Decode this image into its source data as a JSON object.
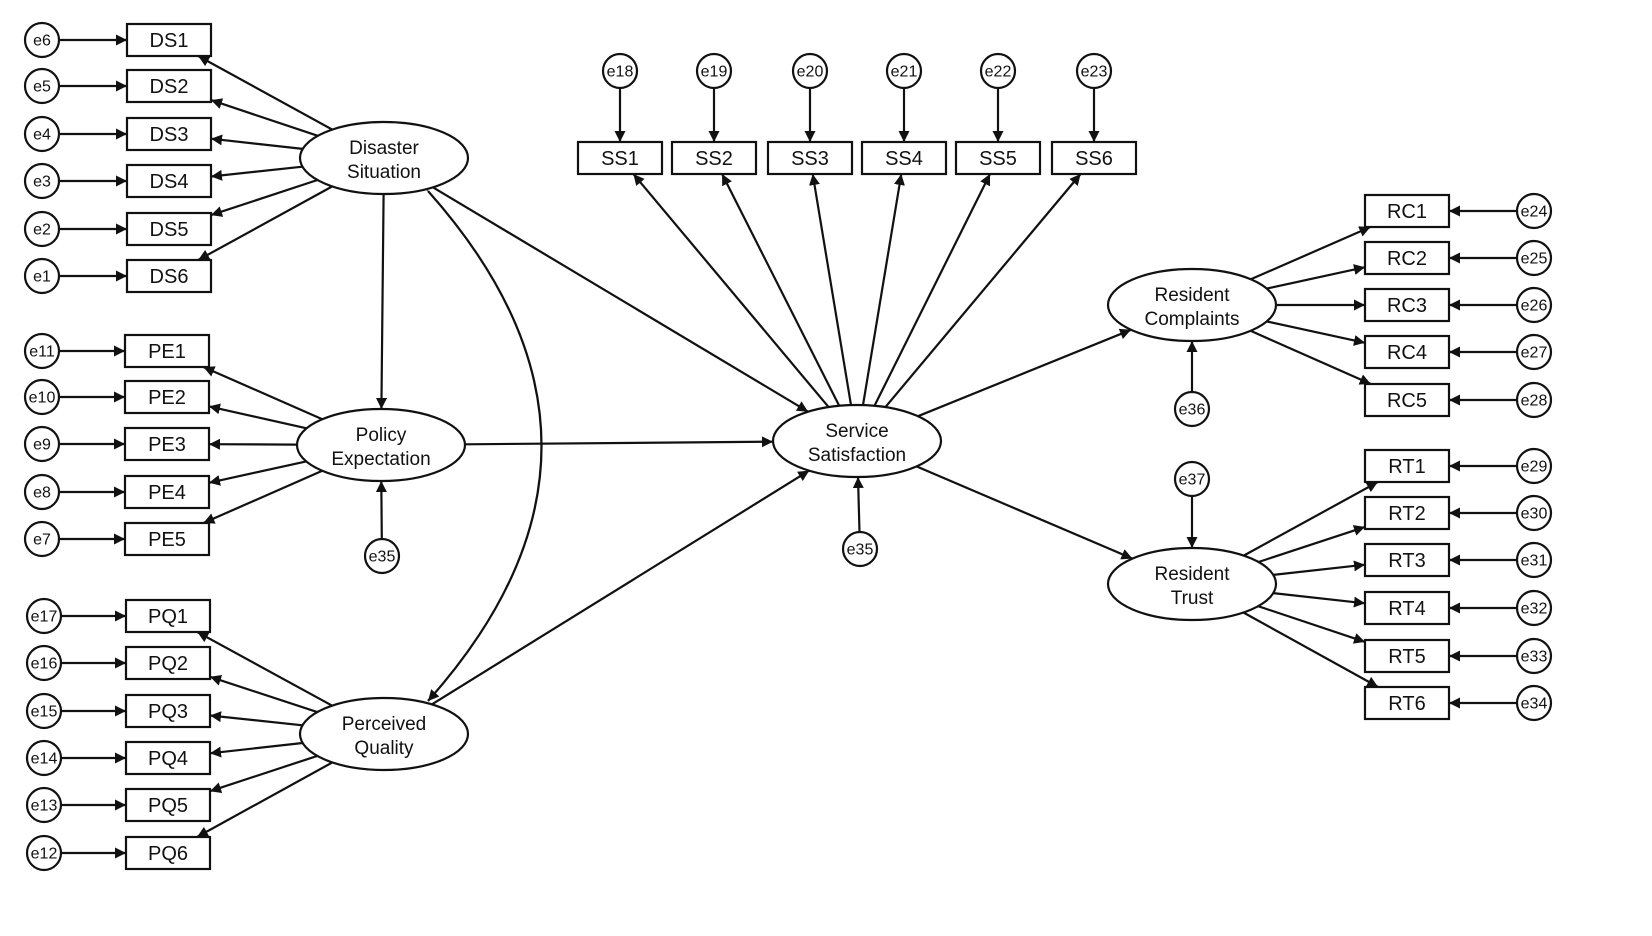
{
  "diagram": {
    "latents": [
      {
        "id": "DS",
        "lines": [
          "Disaster",
          "Situation"
        ]
      },
      {
        "id": "PE",
        "lines": [
          "Policy",
          "Expectation"
        ]
      },
      {
        "id": "PQ",
        "lines": [
          "Perceived",
          "Quality"
        ]
      },
      {
        "id": "SS",
        "lines": [
          "Service",
          "Satisfaction"
        ]
      },
      {
        "id": "RC",
        "lines": [
          "Resident",
          "Complaints"
        ]
      },
      {
        "id": "RT",
        "lines": [
          "Resident",
          "Trust"
        ]
      }
    ],
    "indicators": [
      {
        "label": "DS1",
        "latent": "DS",
        "error": "e6"
      },
      {
        "label": "DS2",
        "latent": "DS",
        "error": "e5"
      },
      {
        "label": "DS3",
        "latent": "DS",
        "error": "e4"
      },
      {
        "label": "DS4",
        "latent": "DS",
        "error": "e3"
      },
      {
        "label": "DS5",
        "latent": "DS",
        "error": "e2"
      },
      {
        "label": "DS6",
        "latent": "DS",
        "error": "e1"
      },
      {
        "label": "PE1",
        "latent": "PE",
        "error": "e11"
      },
      {
        "label": "PE2",
        "latent": "PE",
        "error": "e10"
      },
      {
        "label": "PE3",
        "latent": "PE",
        "error": "e9"
      },
      {
        "label": "PE4",
        "latent": "PE",
        "error": "e8"
      },
      {
        "label": "PE5",
        "latent": "PE",
        "error": "e7"
      },
      {
        "label": "PQ1",
        "latent": "PQ",
        "error": "e17"
      },
      {
        "label": "PQ2",
        "latent": "PQ",
        "error": "e16"
      },
      {
        "label": "PQ3",
        "latent": "PQ",
        "error": "e15"
      },
      {
        "label": "PQ4",
        "latent": "PQ",
        "error": "e14"
      },
      {
        "label": "PQ5",
        "latent": "PQ",
        "error": "e13"
      },
      {
        "label": "PQ6",
        "latent": "PQ",
        "error": "e12"
      },
      {
        "label": "SS1",
        "latent": "SS",
        "error": "e18"
      },
      {
        "label": "SS2",
        "latent": "SS",
        "error": "e19"
      },
      {
        "label": "SS3",
        "latent": "SS",
        "error": "e20"
      },
      {
        "label": "SS4",
        "latent": "SS",
        "error": "e21"
      },
      {
        "label": "SS5",
        "latent": "SS",
        "error": "e22"
      },
      {
        "label": "SS6",
        "latent": "SS",
        "error": "e23"
      },
      {
        "label": "RC1",
        "latent": "RC",
        "error": "e24"
      },
      {
        "label": "RC2",
        "latent": "RC",
        "error": "e25"
      },
      {
        "label": "RC3",
        "latent": "RC",
        "error": "e26"
      },
      {
        "label": "RC4",
        "latent": "RC",
        "error": "e27"
      },
      {
        "label": "RC5",
        "latent": "RC",
        "error": "e28"
      },
      {
        "label": "RT1",
        "latent": "RT",
        "error": "e29"
      },
      {
        "label": "RT2",
        "latent": "RT",
        "error": "e30"
      },
      {
        "label": "RT3",
        "latent": "RT",
        "error": "e31"
      },
      {
        "label": "RT4",
        "latent": "RT",
        "error": "e32"
      },
      {
        "label": "RT5",
        "latent": "RT",
        "error": "e33"
      },
      {
        "label": "RT6",
        "latent": "RT",
        "error": "e34"
      }
    ],
    "disturbances": [
      {
        "label": "e35",
        "latent": "PE"
      },
      {
        "label": "e35",
        "latent": "SS"
      },
      {
        "label": "e36",
        "latent": "RC"
      },
      {
        "label": "e37",
        "latent": "RT"
      }
    ],
    "structural_paths": [
      {
        "from": "DS",
        "to": "PE"
      },
      {
        "from": "DS",
        "to": "SS"
      },
      {
        "from": "PE",
        "to": "SS"
      },
      {
        "from": "PQ",
        "to": "SS"
      },
      {
        "from": "SS",
        "to": "RC"
      },
      {
        "from": "SS",
        "to": "RT"
      }
    ],
    "covariances": [
      {
        "a": "DS",
        "b": "PQ"
      }
    ]
  }
}
